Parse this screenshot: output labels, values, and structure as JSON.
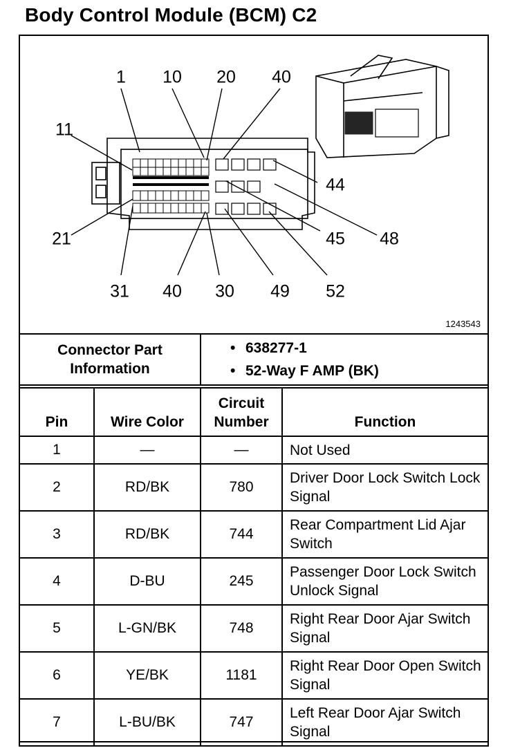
{
  "title": "Body Control Module (BCM) C2",
  "diagram": {
    "reference_number": "1243543",
    "callouts": [
      "1",
      "10",
      "20",
      "40",
      "11",
      "44",
      "21",
      "45",
      "48",
      "31",
      "40",
      "30",
      "49",
      "52"
    ]
  },
  "connector_info": {
    "label": "Connector Part Information",
    "items": [
      "638277-1",
      "52-Way F AMP (BK)"
    ]
  },
  "table": {
    "headers": {
      "pin": "Pin",
      "wire": "Wire Color",
      "circuit": "Circuit Number",
      "function": "Function"
    },
    "rows": [
      {
        "pin": "1",
        "wire": "—",
        "circuit": "—",
        "function": "Not Used"
      },
      {
        "pin": "2",
        "wire": "RD/BK",
        "circuit": "780",
        "function": "Driver Door Lock Switch Lock Signal"
      },
      {
        "pin": "3",
        "wire": "RD/BK",
        "circuit": "744",
        "function": "Rear Compartment Lid Ajar Switch"
      },
      {
        "pin": "4",
        "wire": "D-BU",
        "circuit": "245",
        "function": "Passenger Door Lock Switch Unlock Signal"
      },
      {
        "pin": "5",
        "wire": "L-GN/BK",
        "circuit": "748",
        "function": "Right Rear Door Ajar Switch Signal"
      },
      {
        "pin": "6",
        "wire": "YE/BK",
        "circuit": "1181",
        "function": "Right Rear Door Open Switch Signal"
      },
      {
        "pin": "7",
        "wire": "L-BU/BK",
        "circuit": "747",
        "function": "Left Rear Door Ajar Switch Signal"
      }
    ]
  }
}
